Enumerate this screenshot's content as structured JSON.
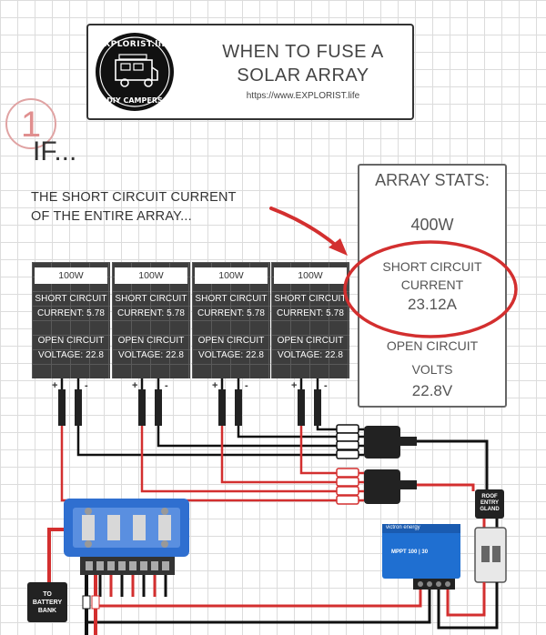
{
  "header": {
    "logo_top_text": "EXPLORIST.life",
    "logo_bottom_text": "DIY CAMPERS",
    "title_line1": "WHEN TO FUSE A",
    "title_line2": "SOLAR ARRAY",
    "url": "https://www.EXPLORIST.life"
  },
  "step": {
    "number": "1",
    "prefix": "IF..."
  },
  "description": {
    "line1": "THE SHORT CIRCUIT CURRENT",
    "line2": "OF THE ENTIRE ARRAY..."
  },
  "array_stats": {
    "heading": "ARRAY STATS:",
    "wattage": "400W",
    "short_circuit_line1": "SHORT CIRCUIT",
    "short_circuit_line2": "CURRENT",
    "short_circuit_value": "23.12A",
    "open_circuit_line1": "OPEN CIRCUIT",
    "open_circuit_line2": "VOLTS",
    "open_circuit_value": "22.8V"
  },
  "panels": [
    {
      "watt": "100W",
      "sc_line1": "SHORT CIRCUIT",
      "sc_line2": "CURRENT: 5.78",
      "oc_line1": "OPEN CIRCUIT",
      "oc_line2": "VOLTAGE: 22.8"
    },
    {
      "watt": "100W",
      "sc_line1": "SHORT CIRCUIT",
      "sc_line2": "CURRENT: 5.78",
      "oc_line1": "OPEN CIRCUIT",
      "oc_line2": "VOLTAGE: 22.8"
    },
    {
      "watt": "100W",
      "sc_line1": "SHORT CIRCUIT",
      "sc_line2": "CURRENT: 5.78",
      "oc_line1": "OPEN CIRCUIT",
      "oc_line2": "VOLTAGE: 22.8"
    },
    {
      "watt": "100W",
      "sc_line1": "SHORT CIRCUIT",
      "sc_line2": "CURRENT: 5.78",
      "oc_line1": "OPEN CIRCUIT",
      "oc_line2": "VOLTAGE: 22.8"
    }
  ],
  "terminal_labels": {
    "plus": "+",
    "minus": "-"
  },
  "roof_gland": {
    "line1": "ROOF",
    "line2": "ENTRY",
    "line3": "GLAND"
  },
  "battery": {
    "line1": "TO",
    "line2": "BATTERY",
    "line3": "BANK"
  },
  "controller": {
    "brand": "victron energy",
    "model": "MPPT 100 | 30"
  },
  "colors": {
    "accent_red": "#d32f2f",
    "wire_black": "#111111",
    "fuse_blue": "#2f6fd0",
    "controller_blue": "#1f6fd1"
  }
}
